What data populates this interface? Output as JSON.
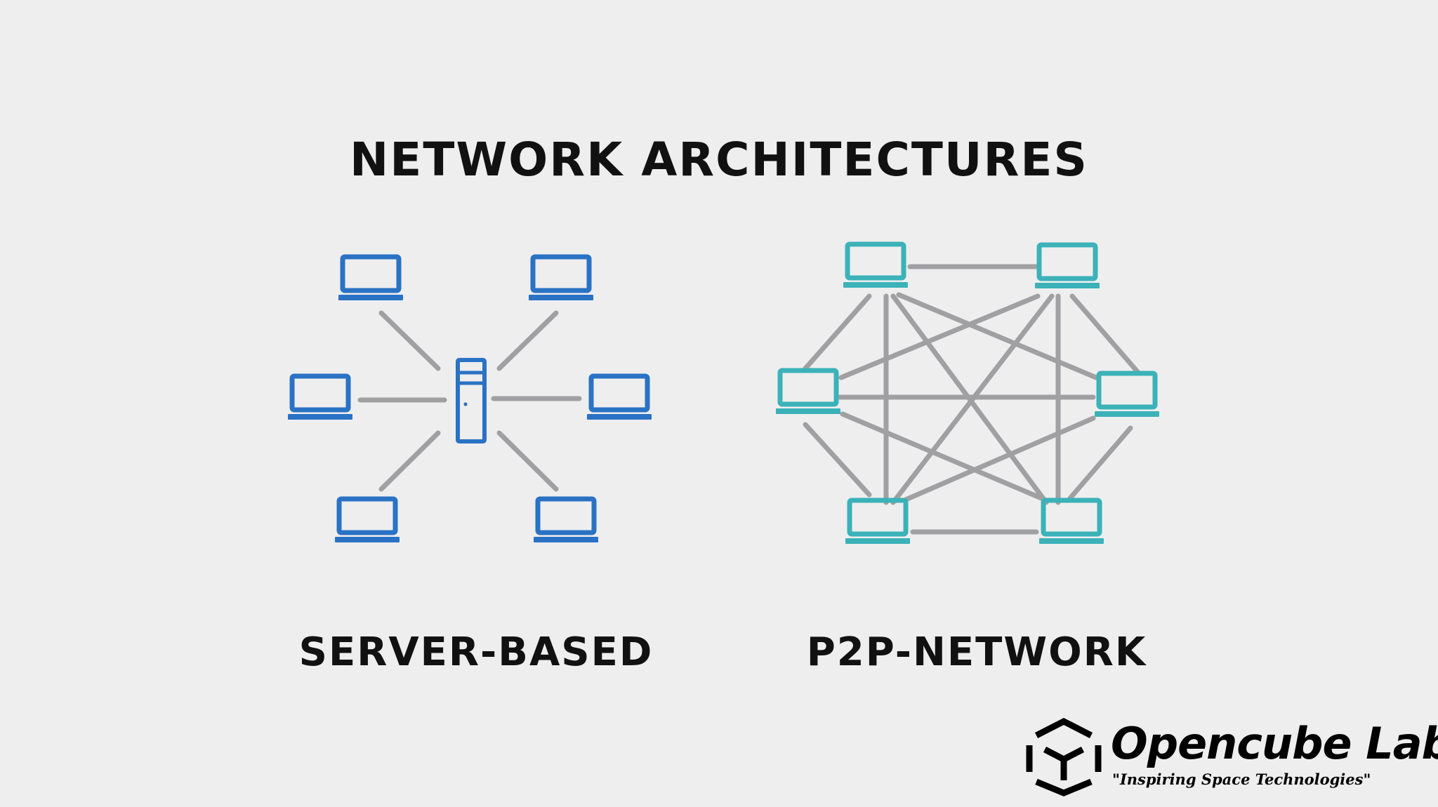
{
  "title": "NETWORK ARCHITECTURES",
  "server_based": {
    "caption": "SERVER-BASED",
    "center_node": "server-icon",
    "clients": [
      "laptop-icon",
      "laptop-icon",
      "laptop-icon",
      "laptop-icon",
      "laptop-icon",
      "laptop-icon"
    ]
  },
  "p2p": {
    "caption": "P2P-NETWORK",
    "peers": [
      "laptop-icon",
      "laptop-icon",
      "laptop-icon",
      "laptop-icon",
      "laptop-icon",
      "laptop-icon"
    ],
    "topology": "full-mesh"
  },
  "logo": {
    "name": "Opencube Labs",
    "tagline": "\"Inspiring Space Technologies\""
  },
  "colors": {
    "background": "#eeeeef",
    "server_blue": "#2a72c4",
    "peer_teal": "#3bb2b8",
    "link_gray": "#a0a0a2",
    "text": "#111111"
  }
}
